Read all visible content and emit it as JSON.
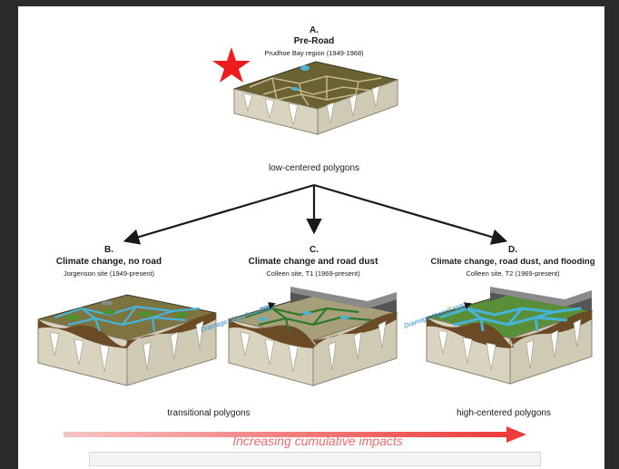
{
  "colors": {
    "background": "#2b2b2b",
    "panel": "#ffffff",
    "arrow": "#1a1a1a",
    "star": "#ee1c1c",
    "soil_top": "#6b6233",
    "soil_side": "#d9d4c0",
    "water": "#46b4d8",
    "green": "#4f8f2e",
    "road": "#555555",
    "impact_arrow": "#ee4b4b",
    "drainage_text": "#2b8fd0"
  },
  "panel_a": {
    "letter": "A.",
    "title": "Pre-Road",
    "subtitle": "Prudhoe Bay region (1949-1968)",
    "caption": "low-centered polygons"
  },
  "panel_b": {
    "letter": "B.",
    "title": "Climate change, no road",
    "subtitle": "Jorgenson site (1949-present)"
  },
  "panel_c": {
    "letter": "C.",
    "title": "Climate change and road dust",
    "subtitle": "Colleen site, T1 (1969-present)",
    "drainage_label": "Drainage away from road"
  },
  "panel_d": {
    "letter": "D.",
    "title": "Climate change, road dust, and flooding",
    "subtitle": "Colleen site, T2 (1969-present)",
    "drainage_label": "Drainage toward road"
  },
  "captions": {
    "transitional": "transitional polygons",
    "high_centered": "high-centered polygons"
  },
  "impacts_label": "Increasing cumulative impacts",
  "icons": {
    "marker": "star-icon"
  }
}
